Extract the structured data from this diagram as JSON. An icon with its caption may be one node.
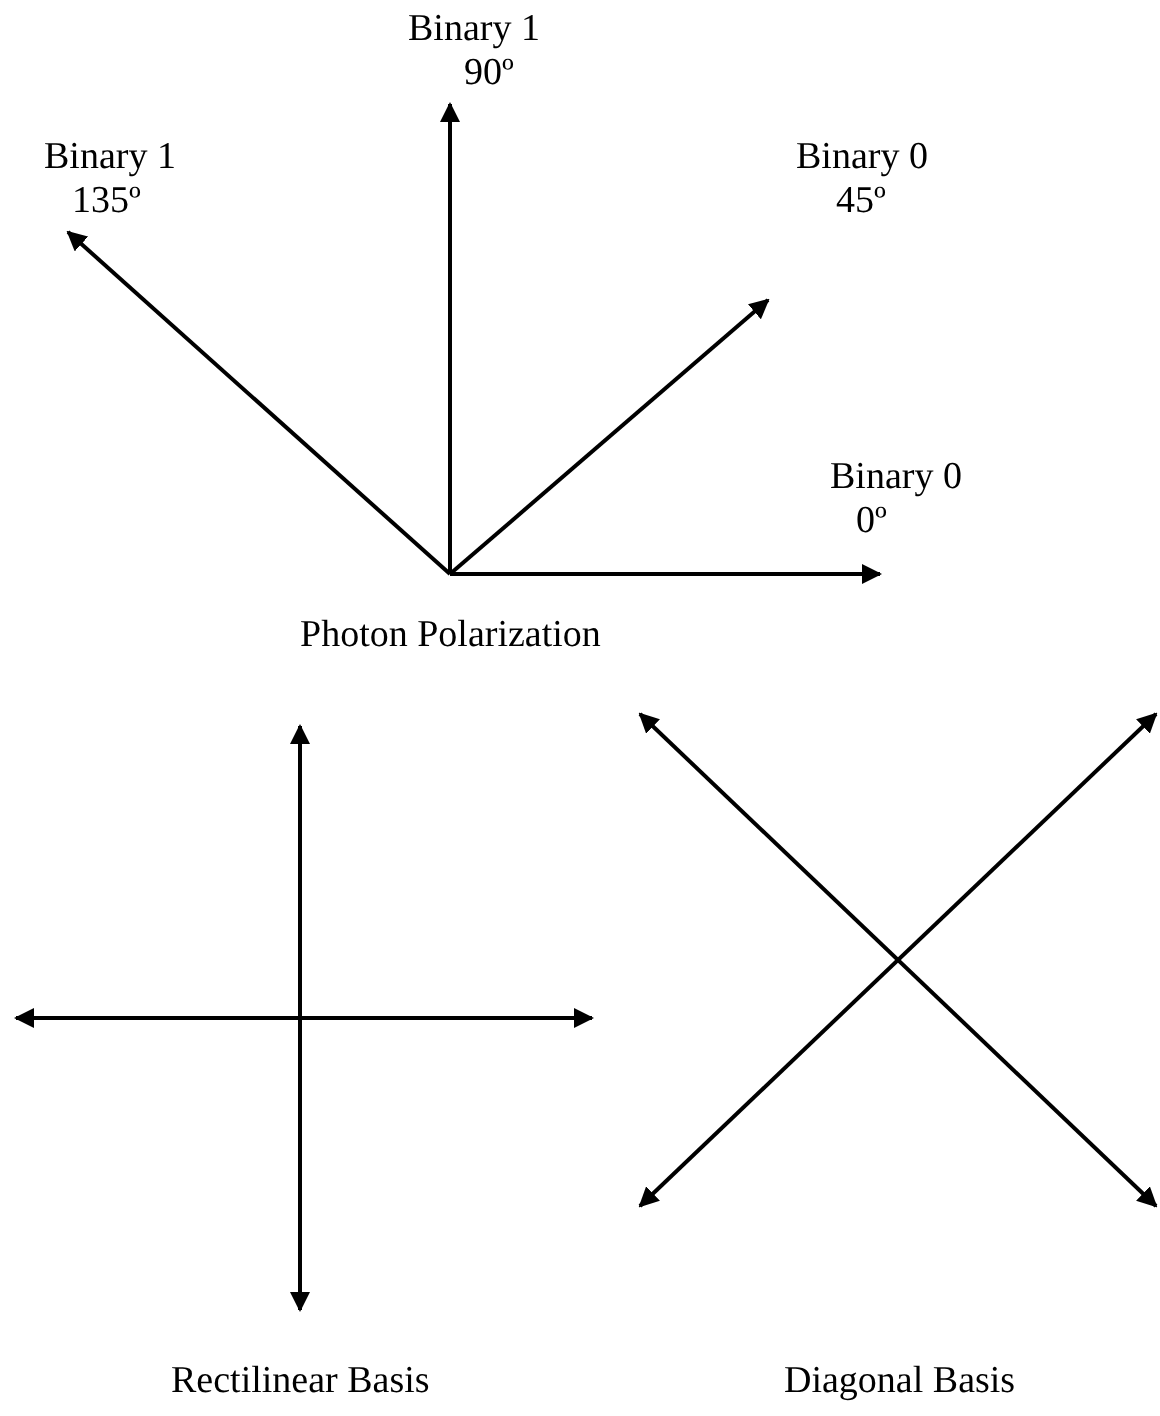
{
  "diagram": {
    "labels": [
      "Binary 1",
      "90º",
      "Binary 1",
      "135º",
      "Binary 0",
      "45º",
      "Binary 0",
      "0º",
      "Photon Polarization",
      "Rectilinear Basis",
      "Diagonal Basis"
    ]
  }
}
